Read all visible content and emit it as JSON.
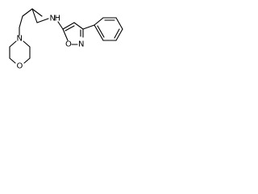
{
  "structure": {
    "atoms": {
      "amine_n": "N",
      "amine_h": "H",
      "morpholine_n": "N",
      "morpholine_o": "O",
      "isoxazole_o": "O",
      "isoxazole_n": "N"
    },
    "line_color": "#000000",
    "background": "#ffffff"
  }
}
